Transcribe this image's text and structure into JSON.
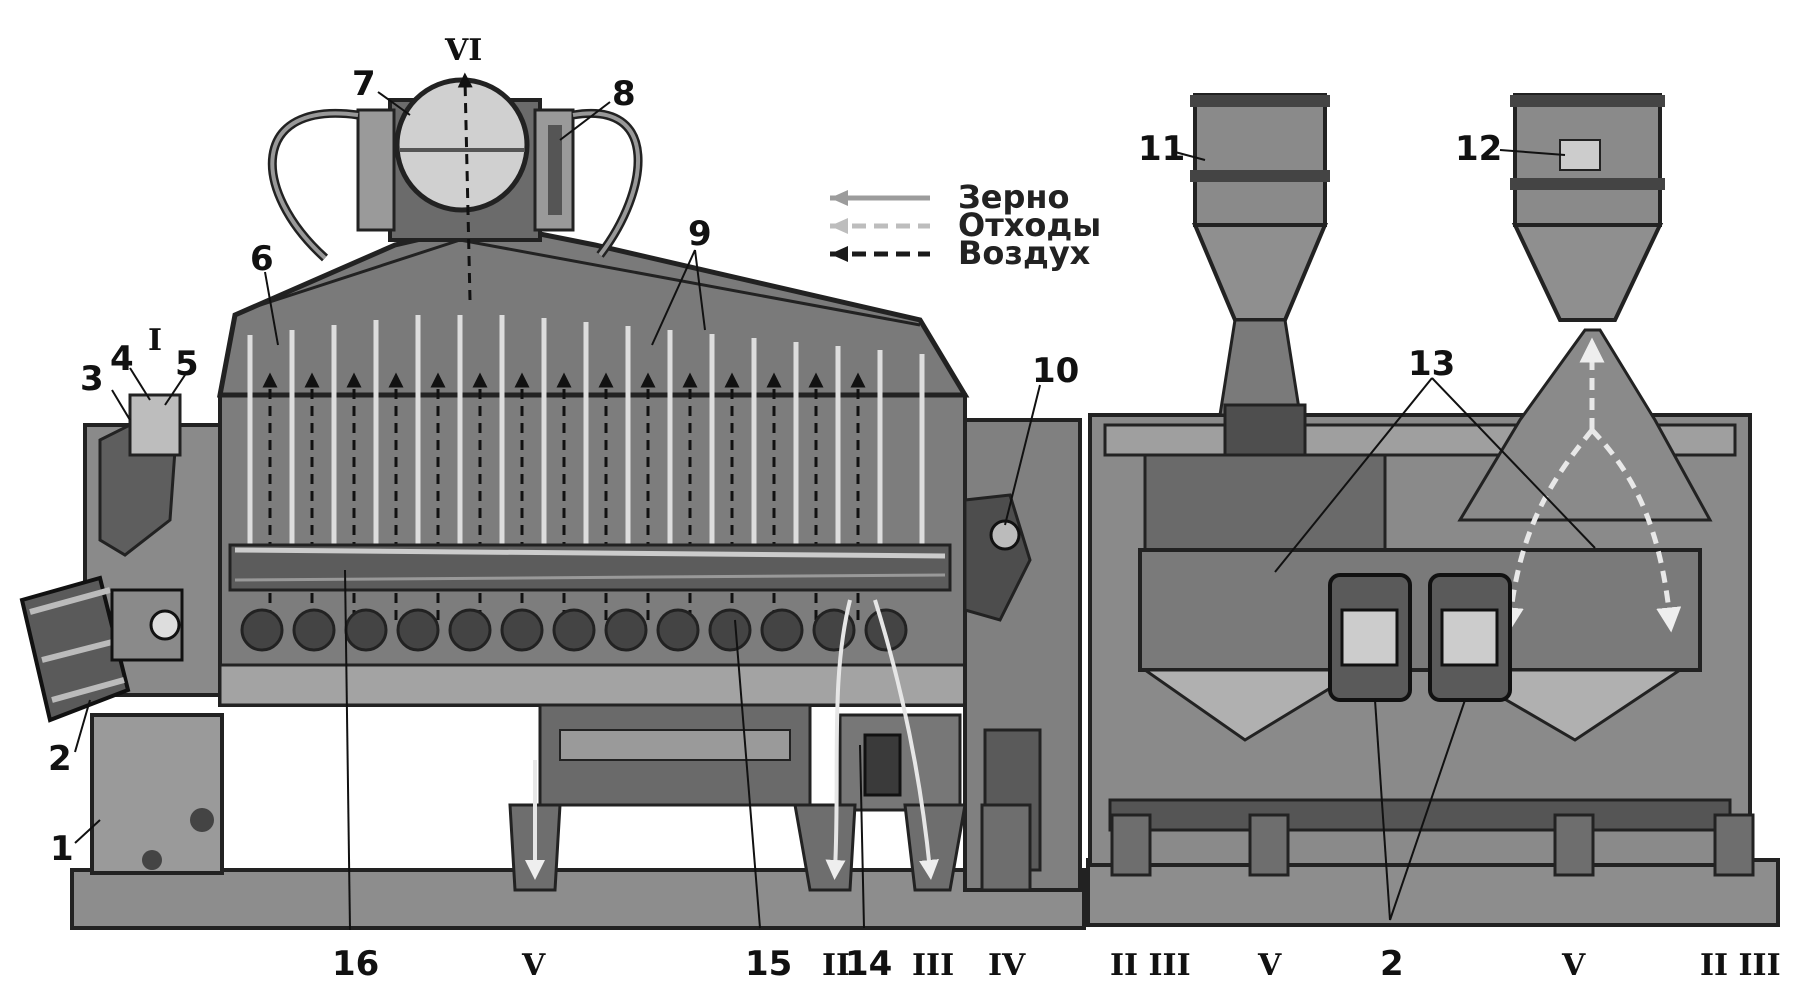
{
  "legend": {
    "grain": "Зерно",
    "waste": "Отходы",
    "air": "Воздух"
  },
  "labels": {
    "n1": "1",
    "n2a": "2",
    "n2b": "2",
    "n3": "3",
    "n4": "4",
    "n5": "5",
    "n6": "6",
    "n7": "7",
    "n8": "8",
    "n9": "9",
    "n10": "10",
    "n11": "11",
    "n12": "12",
    "n13": "13",
    "n14": "14",
    "n15": "15",
    "n16": "16",
    "rI": "I",
    "rVI": "VI",
    "rV1": "V",
    "rII1": "II",
    "rIII1": "III",
    "rIV": "IV",
    "rIIIII2": "II III",
    "rV2": "V",
    "rV3": "V",
    "rIIIII3": "II III"
  },
  "colors": {
    "metal": "#8a8a8a",
    "dark": "#3b3b3b",
    "light": "#c4c4c4",
    "frame": "#6f6f6f",
    "air": "#1a1a1a",
    "grain": "#9c9c9c",
    "waste": "#bdbdbd"
  }
}
